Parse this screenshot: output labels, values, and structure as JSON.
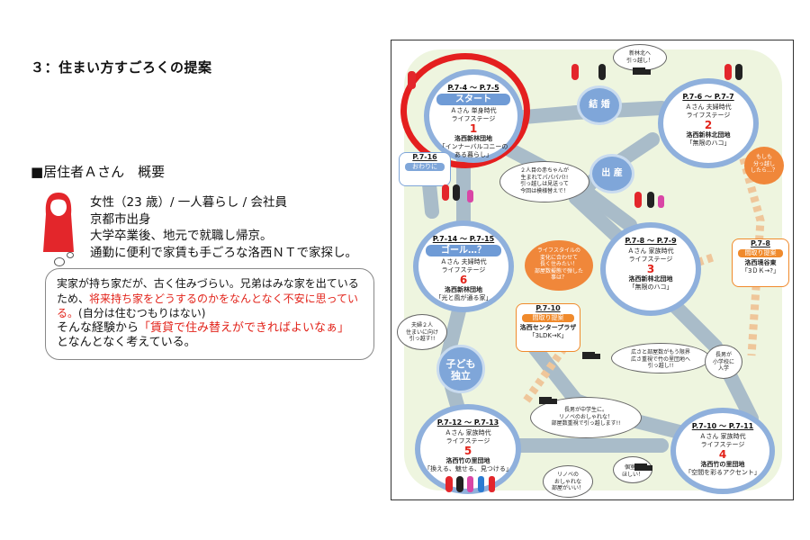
{
  "page": {
    "title": "３：住まい方すごろくの提案"
  },
  "profile": {
    "heading": "■居住者Ａさん　概要",
    "lines": [
      "女性（23 歳）/ 一人暮らし / 会社員",
      "京都市出身",
      "大学卒業後、地元で就職し帰京。",
      "通勤に便利で家賃も手ごろな洛西ＮＴで家探し。"
    ]
  },
  "thought": {
    "line1": "実家が持ち家だが、古く住みづらい。兄弟はみな家を出ている",
    "line2a": "ため、",
    "line2b": "将来持ち家をどうするのかをなんとなく不安に思ってい",
    "line3a": "る。",
    "line3b": "(自分は住むつもりはない)",
    "line4a": "そんな経験から",
    "line4b": "「賃貸で住み替えができればよいなぁ」",
    "line5": "となんとなく考えている。"
  },
  "diagram": {
    "nodes": {
      "n1": {
        "page": "P.7-4 ～ P.7-5",
        "band": "スタート",
        "stage": "Ａさん 単身時代\nライフステージ",
        "num": "1",
        "place": "洛西新林団地",
        "desc": "「インナーバルコニーの\nある暮らし」"
      },
      "n2": {
        "page": "P.7-6 ～ P.7-7",
        "band": "",
        "stage": "Ａさん 夫婦時代\nライフステージ",
        "num": "2",
        "place": "洛西新林北団地",
        "desc": "「無限のハコ」"
      },
      "n3": {
        "page": "P.7-8 ～ P.7-9",
        "band": "",
        "stage": "Ａさん 家族時代\nライフステージ",
        "num": "3",
        "place": "洛西新林北団地",
        "desc": "「無限のハコ」"
      },
      "n4": {
        "page": "P.7-10 ～ P.7-11",
        "band": "",
        "stage": "Ａさん 家族時代\nライフステージ",
        "num": "4",
        "place": "洛西竹の里団地",
        "desc": "「空間を彩るアクセント」"
      },
      "n5": {
        "page": "P.7-12 ～ P.7-13",
        "band": "",
        "stage": "Ａさん 家族時代\nライフステージ",
        "num": "5",
        "place": "洛西竹の里団地",
        "desc": "「換える、魅せる、見つける」"
      },
      "n6": {
        "page": "P.7-14 ～ P.7-15",
        "band": "ゴール…？",
        "stage": "Ａさん 夫婦時代\nライフステージ",
        "num": "6",
        "place": "洛西新林団地",
        "desc": "「光と風が通る家」"
      }
    },
    "badges": {
      "marriage": "結 婚",
      "birth": "出 産",
      "independence": "子ども\n独立"
    },
    "tags": {
      "p716": {
        "page": "P.7-16",
        "band": "おわりに"
      },
      "p78": {
        "page": "P.7-8",
        "band": "間取り提案",
        "place": "洛西境谷東",
        "desc": "「3ＤＫ→?」"
      },
      "p710": {
        "page": "P.7-10",
        "band": "間取り提案",
        "place": "洛西センタープラザ",
        "desc": "「3LDK→K」"
      }
    },
    "notes": {
      "move": "新林北へ\n引っ越し！",
      "moshi": "もしも\n分っ越し\nしたら…？",
      "baby": "２人目の赤ちゃんが\n生まれてパパパパ!!\n引っ越しは見送って\n今回は模様替えで！",
      "lifestyle": "ライフスタイルの\n変化に合わせて\n長く住みたい！\n部屋数擬態で弾した\n事は？",
      "couple": "夫婦２人\n住まいに向け\n引っ越す!!",
      "wide": "広さと部屋数がもう限界\n広さ重視で竹の里団地へ\n引っ越し!!",
      "school": "長男が\n小学校に\n入学",
      "junior": "長男が中学生に。\nリノベのおしゃれな！\n部屋数重視で引っ越します!!",
      "private": "個室が\nほしい！",
      "renov": "リノベの\nおしゃれな\n部屋がいい！"
    }
  }
}
